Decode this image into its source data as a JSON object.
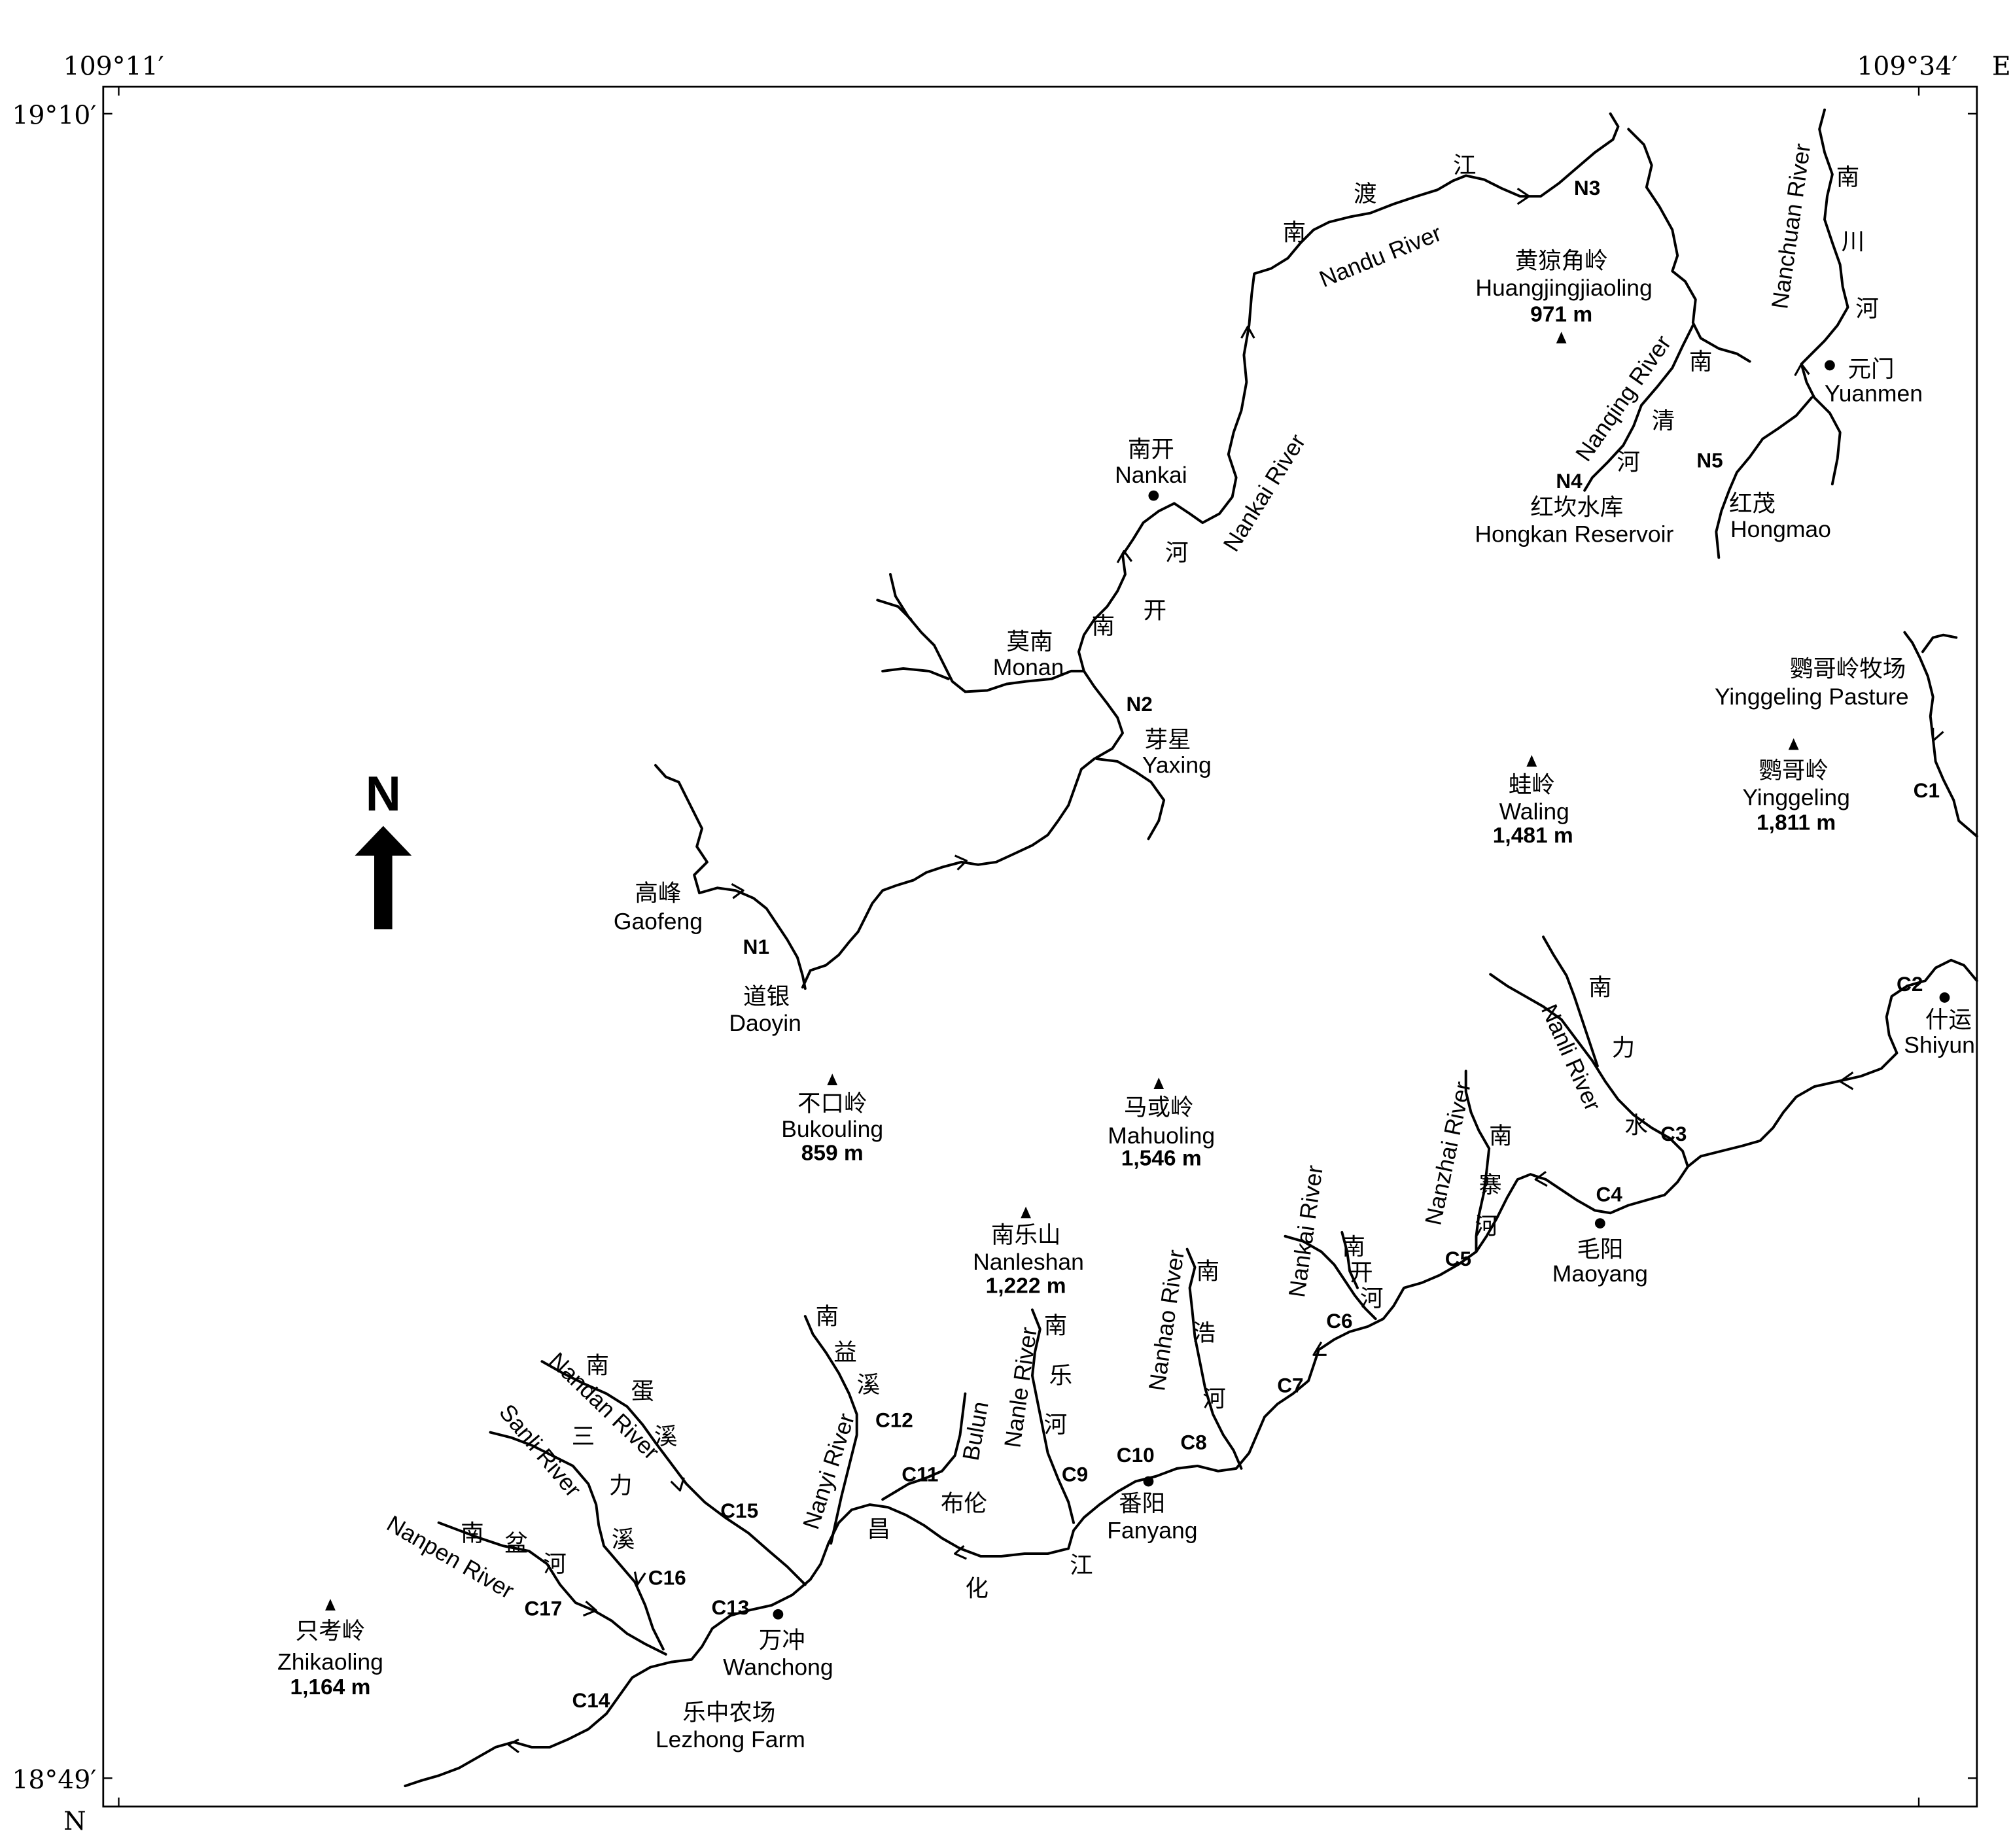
{
  "colors": {
    "ink": "#000000",
    "background": "#ffffff"
  },
  "graticule": {
    "lon_left": "109°11′",
    "lon_right": "109°34′",
    "lon_hemisphere": "E",
    "lat_top": "19°10′",
    "lat_bottom": "18°49′",
    "lat_hemisphere": "N"
  },
  "north_arrow_label": "N",
  "peaks": [
    {
      "zh": "黄猄角岭",
      "en": "Huangjingjiaoling",
      "elevation": "971 m"
    },
    {
      "zh": "蛙岭",
      "en": "Waling",
      "elevation": "1,481 m"
    },
    {
      "zh": "鹦哥岭",
      "en": "Yinggeling",
      "elevation": "1,811 m"
    },
    {
      "zh": "不口岭",
      "en": "Bukouling",
      "elevation": "859 m"
    },
    {
      "zh": "马或岭",
      "en": "Mahuoling",
      "elevation": "1,546 m"
    },
    {
      "zh": "南乐山",
      "en": "Nanleshan",
      "elevation": "1,222 m"
    },
    {
      "zh": "只考岭",
      "en": "Zhikaoling",
      "elevation": "1,164 m"
    }
  ],
  "places": [
    {
      "zh": "南开",
      "en": "Nankai"
    },
    {
      "zh": "莫南",
      "en": "Monan"
    },
    {
      "zh": "芽星",
      "en": "Yaxing"
    },
    {
      "zh": "元门",
      "en": "Yuanmen"
    },
    {
      "zh": "红坎水库",
      "en": "Hongkan Reservoir"
    },
    {
      "zh": "红茂",
      "en": "Hongmao"
    },
    {
      "zh": "鹦哥岭牧场",
      "en": "Yinggeling Pasture"
    },
    {
      "zh": "高峰",
      "en": "Gaofeng"
    },
    {
      "zh": "道银",
      "en": "Daoyin"
    },
    {
      "zh": "什运",
      "en": "Shiyun"
    },
    {
      "zh": "毛阳",
      "en": "Maoyang"
    },
    {
      "zh": "番阳",
      "en": "Fanyang"
    },
    {
      "zh": "万冲",
      "en": "Wanchong"
    },
    {
      "zh": "乐中农场",
      "en": "Lezhong Farm"
    }
  ],
  "rivers": [
    {
      "en": "Nandu River",
      "zh": [
        "南",
        "渡",
        "江"
      ]
    },
    {
      "en": "Nankai River",
      "zh": [
        "南",
        "开",
        "河"
      ]
    },
    {
      "en": "Nanqing River",
      "zh": [
        "南",
        "清",
        "河"
      ]
    },
    {
      "en": "Nanchuan River",
      "zh": [
        "南",
        "川",
        "河"
      ]
    },
    {
      "en": "Nanli River",
      "zh": [
        "南",
        "力",
        "水"
      ]
    },
    {
      "en": "Nanzhai River",
      "zh": [
        "南",
        "寨",
        "河"
      ]
    },
    {
      "en": "Nankai River",
      "zh": [
        "南",
        "开",
        "河"
      ]
    },
    {
      "en": "Nanhao River",
      "zh": [
        "南",
        "浩",
        "河"
      ]
    },
    {
      "en": "Nanle River",
      "zh": [
        "南",
        "乐",
        "河"
      ]
    },
    {
      "en": "Bulun",
      "zh": [
        "布伦"
      ]
    },
    {
      "en": "Nanyi River",
      "zh": [
        "南",
        "益",
        "溪"
      ]
    },
    {
      "en": "Nandan River",
      "zh": [
        "南",
        "蛋",
        "溪"
      ]
    },
    {
      "en": "Sanli River",
      "zh": [
        "三",
        "力",
        "溪"
      ]
    },
    {
      "en": "Nanpen River",
      "zh": [
        "南",
        "盆",
        "河"
      ]
    },
    {
      "zh": [
        "昌",
        "化",
        "江"
      ]
    }
  ],
  "stations_n": [
    "N1",
    "N2",
    "N3",
    "N4",
    "N5"
  ],
  "stations_c": [
    "C1",
    "C2",
    "C3",
    "C4",
    "C5",
    "C6",
    "C7",
    "C8",
    "C9",
    "C10",
    "C11",
    "C12",
    "C13",
    "C14",
    "C15",
    "C16",
    "C17"
  ]
}
